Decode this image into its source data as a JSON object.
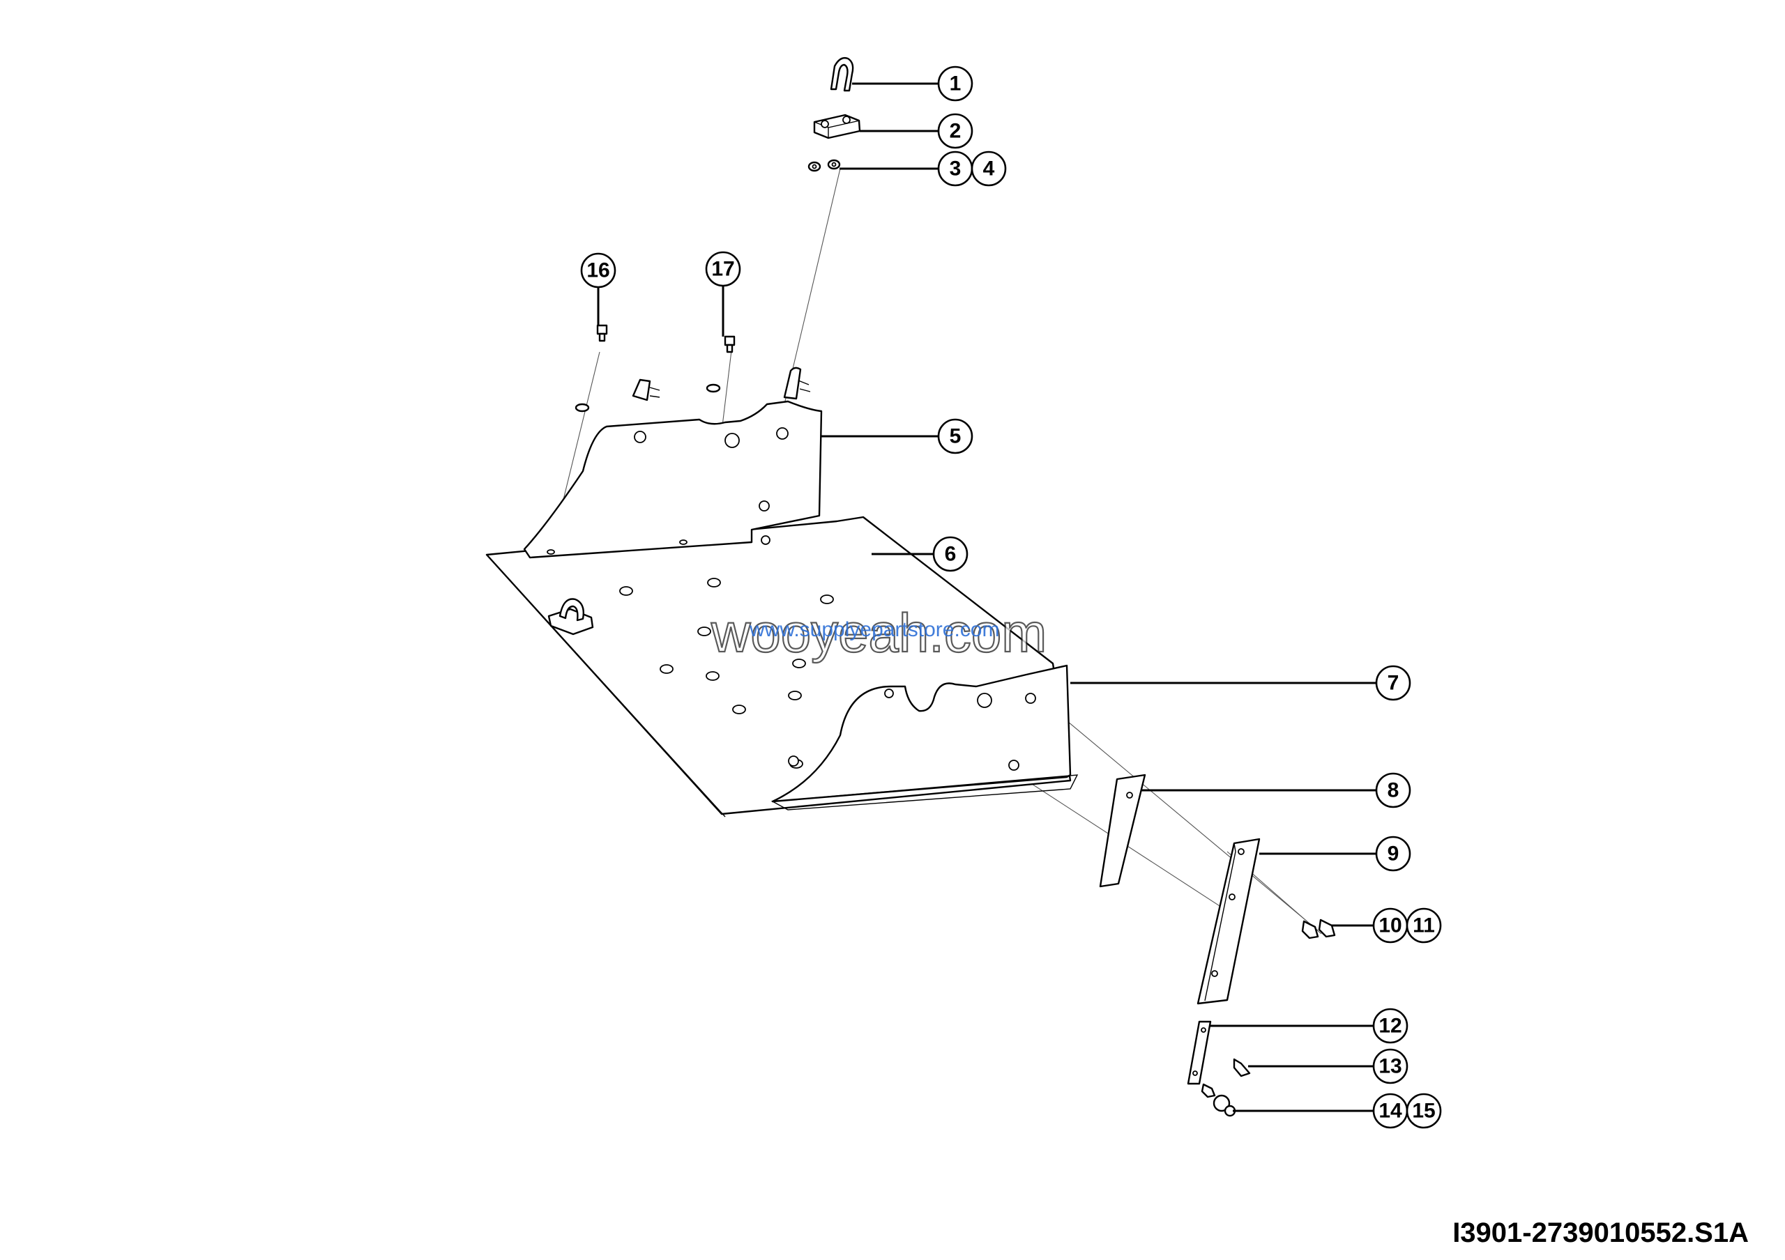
{
  "drawing_id": "I3901-2739010552.S1A",
  "watermark": {
    "main": "wooyeah.com",
    "sub": "www.supplyepartstore.com"
  },
  "callouts": [
    {
      "id": "c1",
      "labels": [
        "1"
      ]
    },
    {
      "id": "c2",
      "labels": [
        "2"
      ]
    },
    {
      "id": "c3",
      "labels": [
        "3",
        "4"
      ]
    },
    {
      "id": "c5",
      "labels": [
        "5"
      ]
    },
    {
      "id": "c6",
      "labels": [
        "6"
      ]
    },
    {
      "id": "c7",
      "labels": [
        "7"
      ]
    },
    {
      "id": "c8",
      "labels": [
        "8"
      ]
    },
    {
      "id": "c9",
      "labels": [
        "9"
      ]
    },
    {
      "id": "c10",
      "labels": [
        "10",
        "11"
      ]
    },
    {
      "id": "c12",
      "labels": [
        "12"
      ]
    },
    {
      "id": "c13",
      "labels": [
        "13"
      ]
    },
    {
      "id": "c14",
      "labels": [
        "14",
        "15"
      ]
    },
    {
      "id": "c16",
      "labels": [
        "16"
      ]
    },
    {
      "id": "c17",
      "labels": [
        "17"
      ]
    }
  ]
}
